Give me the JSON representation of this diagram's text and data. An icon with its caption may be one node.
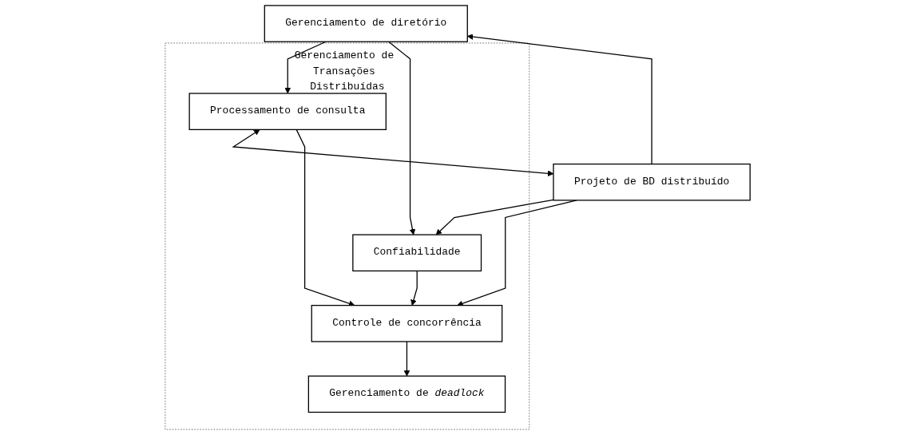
{
  "diagram": {
    "nodes": [
      {
        "text": [
          "Gerenciamento de diretório"
        ]
      },
      {
        "text": [
          "Processamento de consulta"
        ],
        "in": 6
      },
      {
        "text": [
          "Projeto de BD distribuído"
        ]
      },
      {
        "text": [
          "Confiabilidade"
        ],
        "in": 6
      },
      {
        "text": [
          "Controle de concorrência"
        ],
        "in": 6
      },
      {
        "text": [
          "Gerenciamento de *deadlock*"
        ],
        "in": 6
      },
      {
        "text": [
          "Gerenciamento de Transações Distribuídas"
        ]
      }
    ],
    "edges": [
      {
        "from": 0,
        "to": 1,
        "arrow": "to"
      },
      {
        "from": 0,
        "to": 3,
        "arrow": "to"
      },
      {
        "from": 2,
        "to": 0,
        "arrow": "to"
      },
      {
        "from": 1,
        "to": 2,
        "arrow": "both"
      },
      {
        "from": 2,
        "to": 3,
        "arrow": "to"
      },
      {
        "from": 2,
        "to": 4,
        "arrow": "to"
      },
      {
        "from": 1,
        "to": 4,
        "arrow": "to"
      },
      {
        "from": 3,
        "to": 4,
        "arrow": "to"
      },
      {
        "from": 4,
        "to": 5,
        "arrow": "to"
      }
    ]
  }
}
